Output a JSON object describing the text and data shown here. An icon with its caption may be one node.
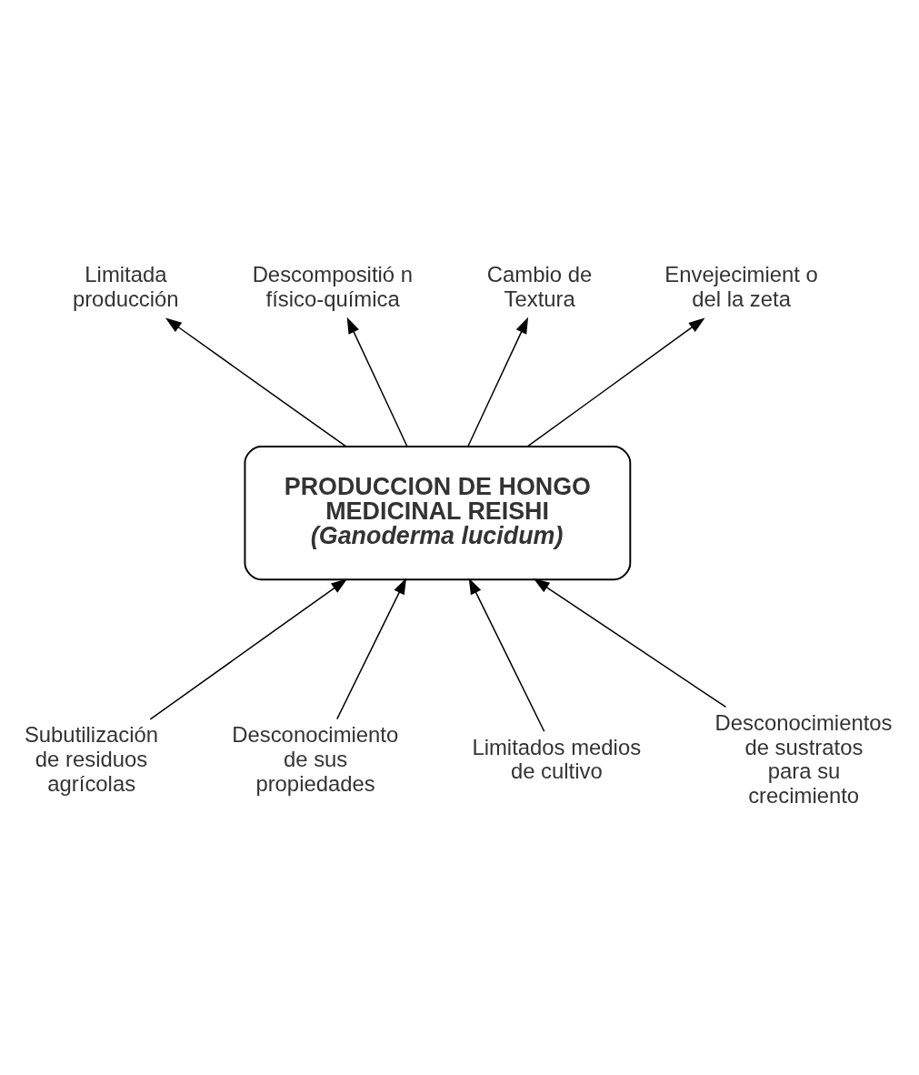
{
  "diagram": {
    "nodes": [
      {
        "text": [
          "PRODUCCION DE HONGO MEDICINAL REISHI",
          "(Ganoderma lucidum)"
        ]
      },
      {
        "text": [
          "Limitada producción"
        ]
      },
      {
        "text": [
          "Descompositió n físico-química"
        ]
      },
      {
        "text": [
          "Cambio de Textura"
        ]
      },
      {
        "text": [
          "Envejecimient o del la zeta"
        ]
      },
      {
        "text": [
          "Subutilización de residuos agrícolas"
        ]
      },
      {
        "text": [
          "Desconocimiento de sus propiedades"
        ]
      },
      {
        "text": [
          "Limitados medios de cultivo"
        ]
      },
      {
        "text": [
          "Desconocimientos de sustratos para su crecimiento"
        ]
      }
    ],
    "edges": [
      {
        "from": 0,
        "to": 1,
        "arrow": "to"
      },
      {
        "from": 0,
        "to": 2,
        "arrow": "to"
      },
      {
        "from": 0,
        "to": 3,
        "arrow": "to"
      },
      {
        "from": 0,
        "to": 4,
        "arrow": "to"
      },
      {
        "from": 5,
        "to": 0,
        "arrow": "to"
      },
      {
        "from": 6,
        "to": 0,
        "arrow": "to"
      },
      {
        "from": 7,
        "to": 0,
        "arrow": "to"
      },
      {
        "from": 8,
        "to": 0,
        "arrow": "to"
      }
    ]
  }
}
